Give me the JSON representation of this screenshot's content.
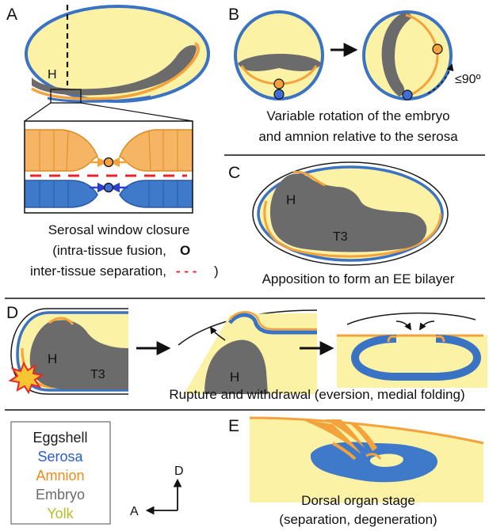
{
  "colors": {
    "eggshell": "#1a1a1a",
    "serosa": "#3b73c4",
    "amnion": "#f4a23c",
    "embryo": "#6b6b6b",
    "yolk": "#fbf2a6",
    "window_line": "#e8252b"
  },
  "panels": {
    "a": {
      "letter": "A",
      "head_label": "H",
      "caption_lines": [
        "Serosal window closure",
        "(intra-tissue fusion,",
        "inter-tissue separation,"
      ],
      "fusion_symbol": "O",
      "separation_symbol": "- - -",
      "close_paren": ")"
    },
    "b": {
      "letter": "B",
      "angle_label": "≤90º",
      "caption_lines": [
        "Variable rotation of the embryo",
        "and amnion relative to the serosa"
      ]
    },
    "c": {
      "letter": "C",
      "head_label": "H",
      "segment_label": "T3",
      "caption": "Apposition to form an EE bilayer"
    },
    "d": {
      "letter": "D",
      "head_label": "H",
      "segment_label": "T3",
      "head_label_2": "H",
      "caption": "Rupture and withdrawal (eversion, medial folding)"
    },
    "e": {
      "letter": "E",
      "caption_lines": [
        "Dorsal organ stage",
        "(separation, degeneration)"
      ]
    }
  },
  "legend": [
    {
      "label": "Eggshell",
      "color": "#1a1a1a"
    },
    {
      "label": "Serosa",
      "color": "#2a5bd7"
    },
    {
      "label": "Amnion",
      "color": "#f08a1c"
    },
    {
      "label": "Embryo",
      "color": "#6b6b6b"
    },
    {
      "label": "Yolk",
      "color": "#b7bd2a"
    }
  ],
  "axes": {
    "dorsal": "D",
    "anterior": "A"
  }
}
